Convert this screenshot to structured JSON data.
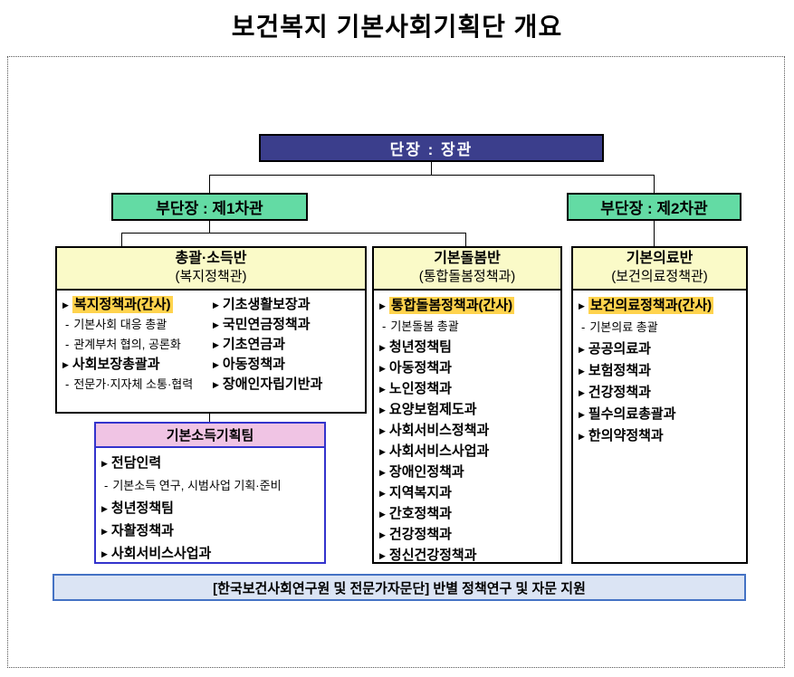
{
  "title": "보건복지 기본사회기획단 개요",
  "hierarchy": {
    "leader_label": "단장 : 장관",
    "deputy1_label": "부단장 : 제1차관",
    "deputy2_label": "부단장 : 제2차관"
  },
  "divisions": [
    {
      "title": "총괄·소득반",
      "subtitle": "(복지정책관)",
      "left_items": [
        {
          "type": "dept",
          "text": "복지정책과(간사)",
          "highlight": true
        },
        {
          "type": "note",
          "text": "기본사회 대응 총괄"
        },
        {
          "type": "note",
          "text": "관계부처 협의, 공론화"
        },
        {
          "type": "dept",
          "text": "사회보장총괄과"
        },
        {
          "type": "note",
          "text": "전문가·지자체 소통·협력"
        }
      ],
      "right_items": [
        {
          "type": "dept",
          "text": "기초생활보장과"
        },
        {
          "type": "dept",
          "text": "국민연금정책과"
        },
        {
          "type": "dept",
          "text": "기초연금과"
        },
        {
          "type": "dept",
          "text": "아동정책과"
        },
        {
          "type": "dept",
          "text": "장애인자립기반과"
        }
      ]
    },
    {
      "title": "기본돌봄반",
      "subtitle": "(통합돌봄정책과)",
      "items": [
        {
          "type": "dept",
          "text": "통합돌봄정책과(간사)",
          "highlight": true
        },
        {
          "type": "note",
          "text": "기본돌봄 총괄"
        },
        {
          "type": "dept",
          "text": "청년정책팀"
        },
        {
          "type": "dept",
          "text": "아동정책과"
        },
        {
          "type": "dept",
          "text": "노인정책과"
        },
        {
          "type": "dept",
          "text": "요양보험제도과"
        },
        {
          "type": "dept",
          "text": "사회서비스정책과"
        },
        {
          "type": "dept",
          "text": "사회서비스사업과"
        },
        {
          "type": "dept",
          "text": "장애인정책과"
        },
        {
          "type": "dept",
          "text": "지역복지과"
        },
        {
          "type": "dept",
          "text": "간호정책과"
        },
        {
          "type": "dept",
          "text": "건강정책과"
        },
        {
          "type": "dept",
          "text": "정신건강정책과"
        }
      ]
    },
    {
      "title": "기본의료반",
      "subtitle": "(보건의료정책관)",
      "items": [
        {
          "type": "dept",
          "text": "보건의료정책과(간사)",
          "highlight": true
        },
        {
          "type": "note",
          "text": "기본의료 총괄"
        },
        {
          "type": "dept",
          "text": "공공의료과"
        },
        {
          "type": "dept",
          "text": "보험정책과"
        },
        {
          "type": "dept",
          "text": "건강정책과"
        },
        {
          "type": "dept",
          "text": "필수의료총괄과"
        },
        {
          "type": "dept",
          "text": "한의약정책과"
        }
      ]
    }
  ],
  "subteam": {
    "title": "기본소득기획팀",
    "items": [
      {
        "type": "dept",
        "text": "전담인력"
      },
      {
        "type": "note",
        "text": "기본소득 연구, 시범사업 기획·준비"
      },
      {
        "type": "dept",
        "text": "청년정책팀"
      },
      {
        "type": "dept",
        "text": "자활정책과"
      },
      {
        "type": "dept",
        "text": "사회서비스사업과"
      }
    ]
  },
  "footer_label": "[한국보건사회연구원 및 전문가자문단] 반별 정책연구 및 자문 지원",
  "icons": {
    "bullet": "▶",
    "dash": "-"
  },
  "colors": {
    "leader_bg": "#3B3E8C",
    "deputy_bg": "#63DBA4",
    "panel_header_bg": "#FAFAC8",
    "highlight_bg": "#FFD34D",
    "subteam_header_bg": "#F0C4E4",
    "subteam_border": "#3333CC",
    "footer_bg": "#DBE4F4",
    "footer_border": "#4472C4"
  }
}
